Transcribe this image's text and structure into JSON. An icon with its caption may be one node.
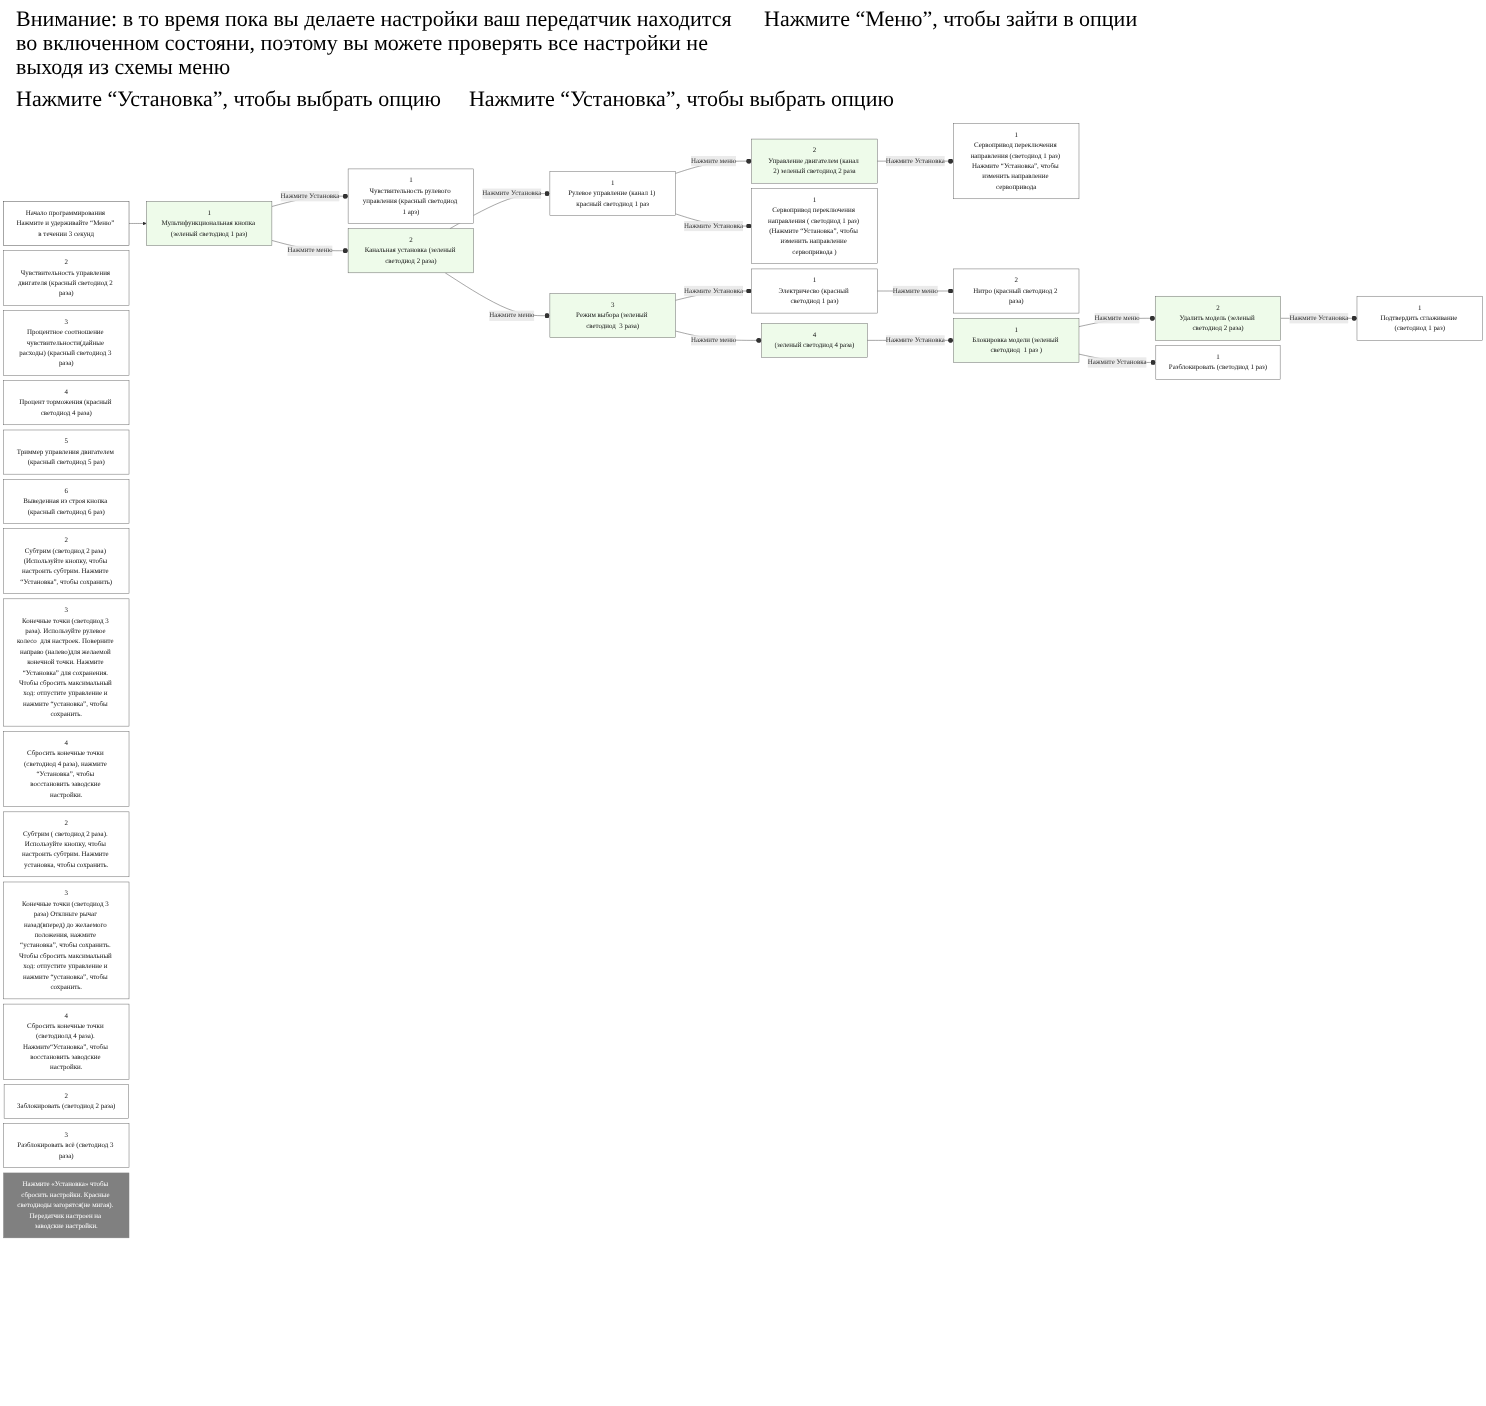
{
  "diagram": {
    "nodes": [
      {
        "text": [
          "Начало программирования Нажмите и удерживайте “Меню” в течении 3 секунд"
        ]
      },
      {
        "text": [
          "1",
          "Мультифункциональная кнопка (зеленый светодиод 1 раз)"
        ]
      },
      {
        "text": [
          "1",
          "Чувствительность рулевого управления (красный светодиод 1 арз)"
        ]
      },
      {
        "text": [
          "2",
          "Чувствительность управления двигателя (красный светодиод 2 раза)"
        ]
      },
      {
        "text": [
          "3",
          "Процентное соотношение чувствительности(дайные расходы) (красный светодиод 3 раза)"
        ]
      },
      {
        "text": [
          "4",
          "Процент торможения (красный светодиод 4 раза)"
        ]
      },
      {
        "text": [
          "5",
          "Триммер управления двигателем (красный светодиод 5 раз)"
        ]
      },
      {
        "text": [
          "6",
          "Выведенная из строя кнопка (красный светодиод 6 раз)"
        ]
      },
      {
        "text": [
          "2",
          "Канальная установка (зеленый светодиод 2 раза)"
        ]
      },
      {
        "text": [
          "1",
          "Рулевое управление (канал 1) красный светодиод 1 раз"
        ]
      },
      {
        "text": [
          "2",
          "Управление двигателем (канал 2) зеленый светодиод 2 раза"
        ]
      },
      {
        "text": [
          "1",
          "Сервопривод переключения направления ( светодиод 1 раз) (Нажмите “Установка”, чтобы изменить направление сервопривода )"
        ]
      },
      {
        "text": [
          "2",
          "Субтрим (светодиод 2 раза) (Используйте кнопку, чтобы настроить субтрим. Нажмите “Установка”, чтобы сохранить)"
        ]
      },
      {
        "text": [
          "3",
          "Конечные точки (светодиод 3 раза). Используйте рулевое колесо  для настроек. Поверните направо (налево)для желаемой конечной точки. Нажмите “Установка” для сохранения. Чтобы сбросить максимальный ход: отпустите управление и нажмите “установка”, чтобы сохранить."
        ]
      },
      {
        "text": [
          "4",
          "Сбросить конечные точки (светодиод 4 раза), нажмите “Установка”, чтобы восстановить заводские настройки."
        ]
      },
      {
        "text": [
          "1",
          "Сервопривод переключения направления (светодиод 1 раз) Нажмите “Установка”, чтобы изменить направление сервопривода"
        ]
      },
      {
        "text": [
          "2",
          "Субтрим ( светодиод 2 раза). Используйте кнопку, чтобы настроить субтрим. Нажмите установка, чтобы сохранить."
        ]
      },
      {
        "text": [
          "3",
          "Конечные точки (светодиод 3 раза) Отклньте рычаг назад(вперед) до желаемого положения, нажмите “установка”, чтобы сохранить. Чтобы сбросить максимальный ход: отпустите управление и нажмите “установка”, чтобы сохранить."
        ]
      },
      {
        "text": [
          "4",
          "Сбросить конечные точки (светодиолд 4 раза). Нажмите“Установка”, чтобы восстановить заводские настройки."
        ]
      },
      {
        "text": [
          "3",
          "Режим выбора (зеленый светодиод  3 раза)"
        ]
      },
      {
        "text": [
          "1",
          "Электричесво (красный светодиод 1 раз)"
        ]
      },
      {
        "text": [
          "2",
          "Нитро (красный светодиод 2 раза)"
        ]
      },
      {
        "text": [
          "4",
          "(зеленый светодиод 4 раза)"
        ]
      },
      {
        "text": [
          "1",
          "Блокировка модели (зеленый светодиод  1 раз )"
        ]
      },
      {
        "text": [
          "2",
          "Удалить модель (зеленый светодиод 2 раза)"
        ]
      },
      {
        "text": [
          "1",
          "Разблокировать (светодиод 1 раз)"
        ]
      },
      {
        "text": [
          "2",
          "Заблокировать (светодиод  2 раза)"
        ]
      },
      {
        "text": [
          "3",
          "Разблокировать всё (светодиод 3 раза)"
        ]
      },
      {
        "text": [
          "1",
          "Подтвердить сглаживание (светодиод 1 раз)"
        ]
      },
      {
        "text": [
          "Нажмите «Установка» чтобы сбросить настройки. Красные светодиоды загорятся(не мигая). Передатчик настроен на заводские настройки."
        ]
      }
    ],
    "edges": [
      {
        "from": 0,
        "to": 1,
        "arrow": "to"
      },
      {
        "from": 1,
        "to": 2,
        "arrow": "other",
        "label": "Нажмите Установка"
      },
      {
        "from": 1,
        "to": 8,
        "arrow": "other",
        "label": "Нажмите меню"
      },
      {
        "from": 8,
        "to": 9,
        "arrow": "other",
        "label": "Нажмите Установка"
      },
      {
        "from": 9,
        "to": 10,
        "arrow": "other",
        "label": "Нажмите меню"
      },
      {
        "from": 9,
        "to": 11,
        "arrow": "other",
        "label": "Нажмите Установка"
      },
      {
        "from": 10,
        "to": 15,
        "arrow": "other",
        "label": "Нажмите Установка"
      },
      {
        "from": 8,
        "to": 19,
        "arrow": "other",
        "label": "Нажмите меню"
      },
      {
        "from": 19,
        "to": 20,
        "arrow": "other",
        "label": "Нажмите Установка"
      },
      {
        "from": 20,
        "to": 21,
        "arrow": "other",
        "label": "Нажмите меню"
      },
      {
        "from": 19,
        "to": 22,
        "arrow": "other",
        "label": "Нажмите меню"
      },
      {
        "from": 22,
        "to": 23,
        "arrow": "other",
        "label": "Нажмите Установка"
      },
      {
        "from": 23,
        "to": 25,
        "arrow": "other",
        "label": "Нажмите Установка"
      },
      {
        "from": 23,
        "to": 24,
        "arrow": "other",
        "label": "Нажмите меню"
      },
      {
        "from": 24,
        "to": 28,
        "arrow": "other",
        "label": "Нажмите Установка"
      }
    ],
    "labels": [
      "Внимание: в то время пока вы делаете настройки ваш передатчик находится во включенном состояни, поэтому вы можете проверять все настройки не выходя из схемы меню",
      "Нажмите “Меню”, чтобы зайти в опции",
      "Нажмите “Установка”, чтобы выбрать опцию",
      "Нажмите “Установка”, чтобы выбрать опцию"
    ]
  }
}
